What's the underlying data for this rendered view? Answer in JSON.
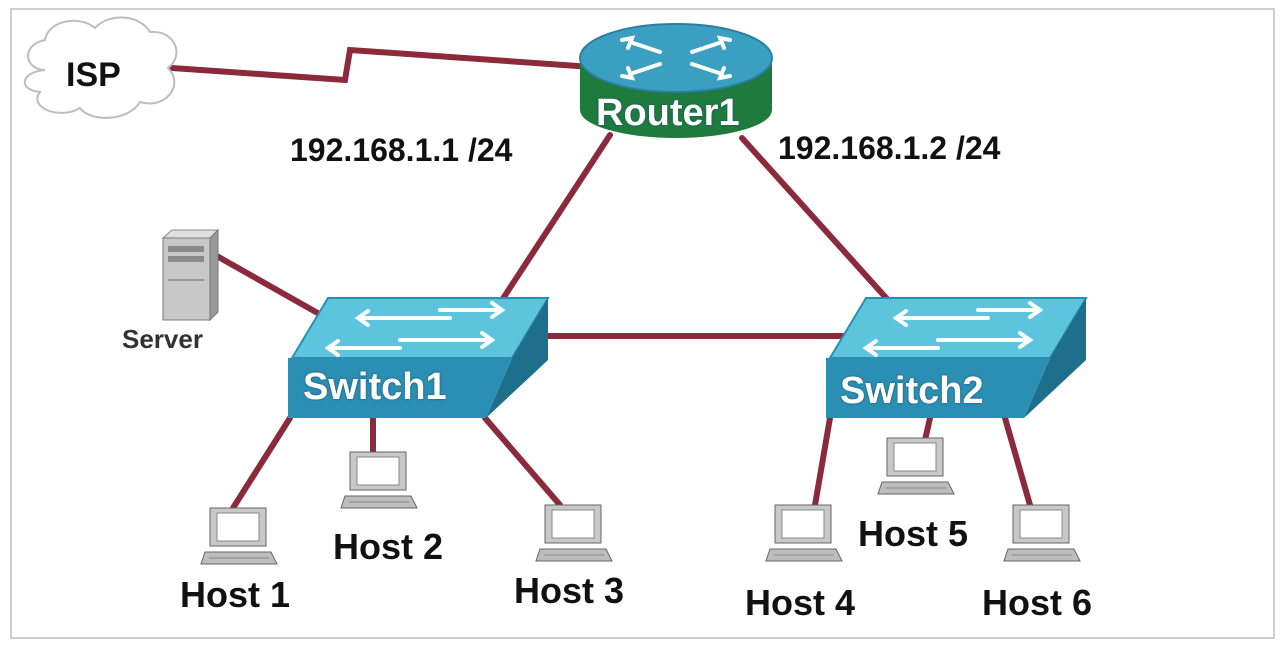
{
  "diagram": {
    "isp": {
      "label": "ISP"
    },
    "router": {
      "label": "Router1"
    },
    "switches": [
      {
        "id": "switch1",
        "label": "Switch1"
      },
      {
        "id": "switch2",
        "label": "Switch2"
      }
    ],
    "server": {
      "label": "Server"
    },
    "hosts": [
      {
        "id": "host1",
        "label": "Host 1"
      },
      {
        "id": "host2",
        "label": "Host 2"
      },
      {
        "id": "host3",
        "label": "Host 3"
      },
      {
        "id": "host4",
        "label": "Host 4"
      },
      {
        "id": "host5",
        "label": "Host 5"
      },
      {
        "id": "host6",
        "label": "Host 6"
      }
    ],
    "ip_labels": {
      "left": "192.168.1.1 /24",
      "right": "192.168.1.2 /24"
    },
    "colors": {
      "link": "#8b2a3a",
      "router_top": "#3a9fc0",
      "router_base": "#1f7a3e",
      "switch_top": "#5cc4dd",
      "switch_front": "#2b8fb3"
    }
  }
}
